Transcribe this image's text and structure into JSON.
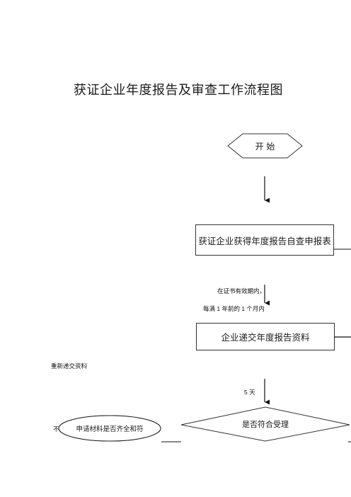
{
  "title": "获证企业年度报告及审查工作流程图",
  "nodes": {
    "start": "开  始",
    "self_check_form": "获证企业获得年度报告自查申报表",
    "submit_report": "企业递交年度报告资料",
    "acceptance_decision": "是否符合受理",
    "materials_check": "申请材料是否齐全和符"
  },
  "annotations": {
    "valid_period": "在证书有效期内，",
    "one_month_before": "每满 1 年前的 1 个月内",
    "five_days": "5 天",
    "resubmit": "重新递交资料",
    "not_prefix": "不符"
  }
}
